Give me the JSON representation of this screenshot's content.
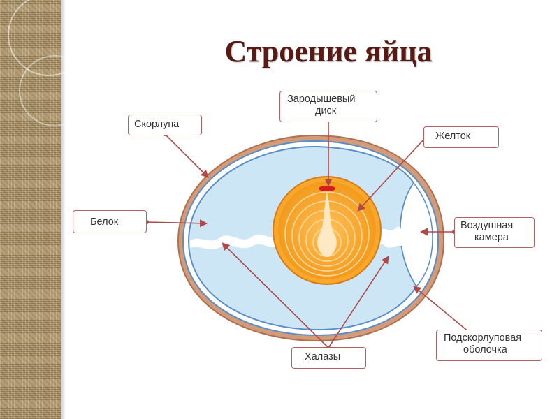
{
  "title": "Строение яйца",
  "labels": {
    "shell": "Скорлупа",
    "germinal_disc": [
      "Зародышевый",
      "диск"
    ],
    "yolk": "Желток",
    "albumen": "Белок",
    "air_cell": [
      "Воздушная",
      "камера"
    ],
    "shell_membrane": [
      "Подскорлуповая",
      "оболочка"
    ],
    "chalazae": "Халазы"
  },
  "colors": {
    "title": "#5a1a14",
    "shell": "#c08a6a",
    "membrane": "#5a8ec8",
    "albumen": "#cce6f5",
    "yolk": "#f39a1c",
    "germinal_disc": "#d81e1e",
    "arrow": "#b04848",
    "label_border": "#b56060"
  }
}
